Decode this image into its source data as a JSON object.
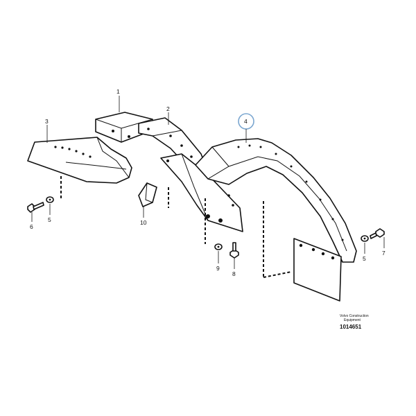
{
  "callouts": {
    "p1": "1",
    "p2": "2",
    "p3": "3",
    "p4": "4",
    "p5a": "5",
    "p5b": "5",
    "p6": "6",
    "p7": "7",
    "p8": "8",
    "p9": "9",
    "p10": "10"
  },
  "footer": {
    "company_line1": "Volvo Construction",
    "company_line2": "Equipment",
    "drawing_number": "1014651"
  },
  "colors": {
    "line": "#111111",
    "highlight_circle": "#7aa6d0",
    "background": "#ffffff"
  }
}
